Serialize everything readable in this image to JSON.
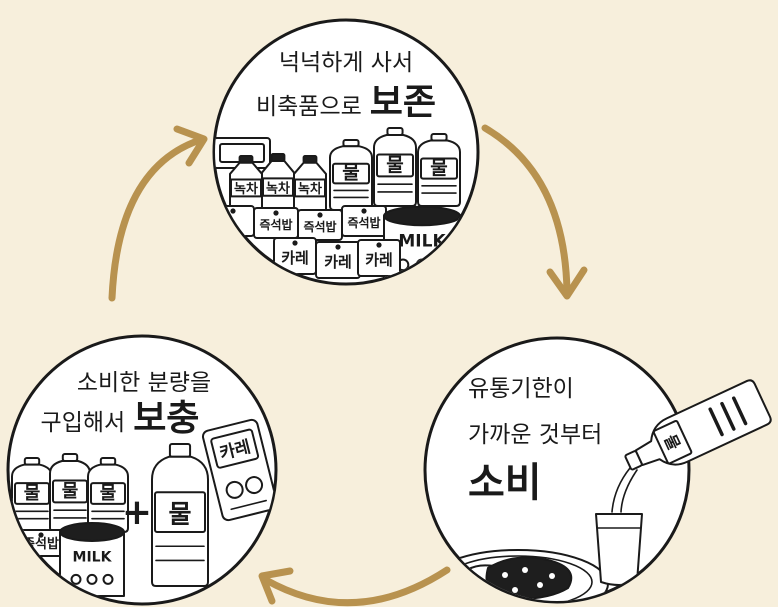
{
  "page": {
    "background": "#f7efdc",
    "arrow_color": "#b8924f",
    "circle_fill": "#ffffff",
    "ink_color": "#1a1a1a"
  },
  "cycle": {
    "store": {
      "line1": "넉넉하게 사서",
      "line2": "비축품으로",
      "keyword": "보존"
    },
    "consume": {
      "line1": "유통기한이",
      "line2": "가까운 것부터",
      "keyword": "소비"
    },
    "replenish": {
      "line1": "소비한 분량을",
      "line2": "구입해서",
      "keyword": "보충"
    }
  },
  "labels": {
    "water": "물",
    "green_tea": "녹차",
    "rice": "즉석밥",
    "curry": "카레",
    "milk": "MILK",
    "plus": "+"
  }
}
